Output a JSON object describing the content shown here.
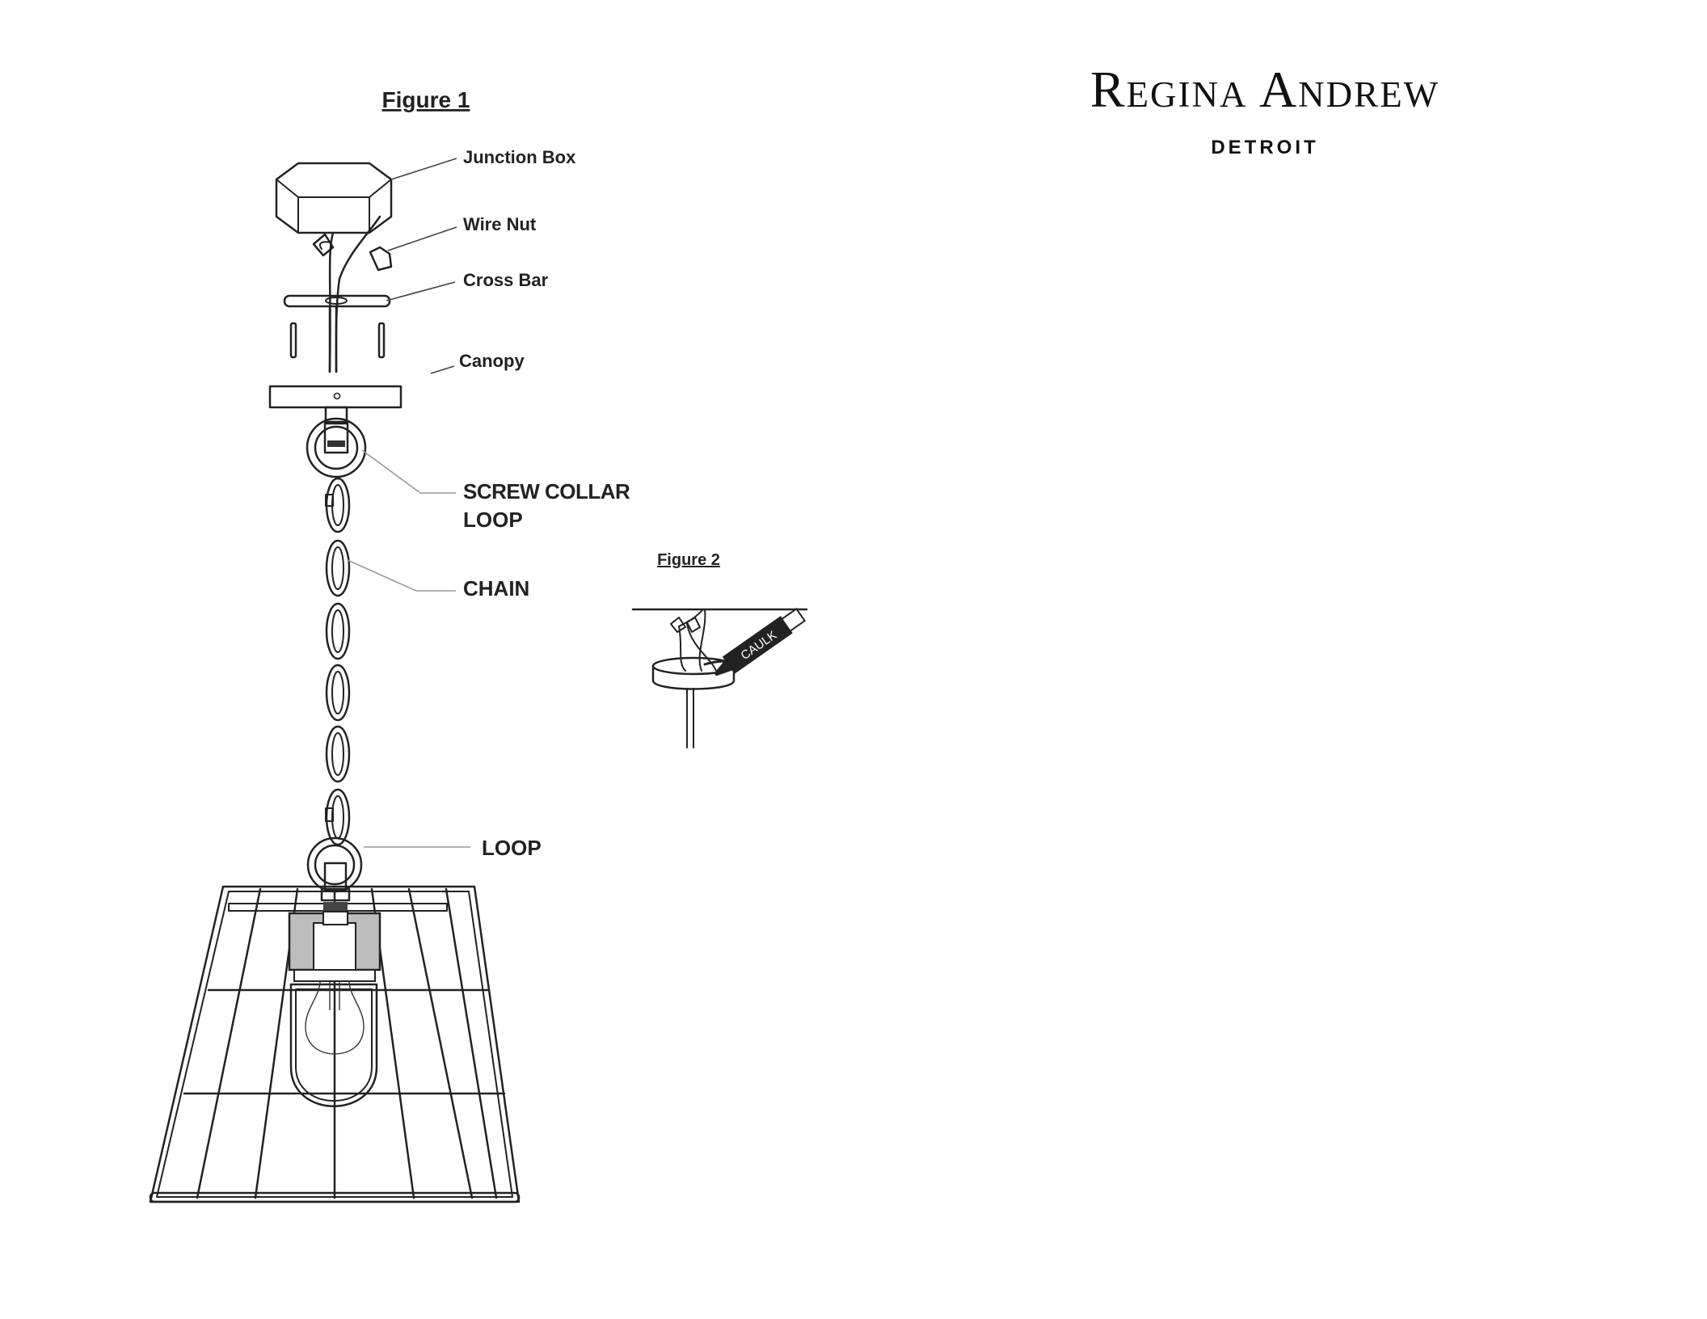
{
  "brand": {
    "name": "Regina Andrew",
    "city": "DETROIT"
  },
  "figure1": {
    "caption": "Figure 1",
    "labels": {
      "junction_box": "Junction Box",
      "wire_nut": "Wire Nut",
      "cross_bar": "Cross Bar",
      "canopy": "Canopy",
      "screw_collar_loop_line1": "SCREW COLLAR",
      "screw_collar_loop_line2": "LOOP",
      "chain": "CHAIN",
      "loop": "LOOP"
    }
  },
  "figure2": {
    "caption": "Figure 2",
    "caulk": "CAULK"
  }
}
